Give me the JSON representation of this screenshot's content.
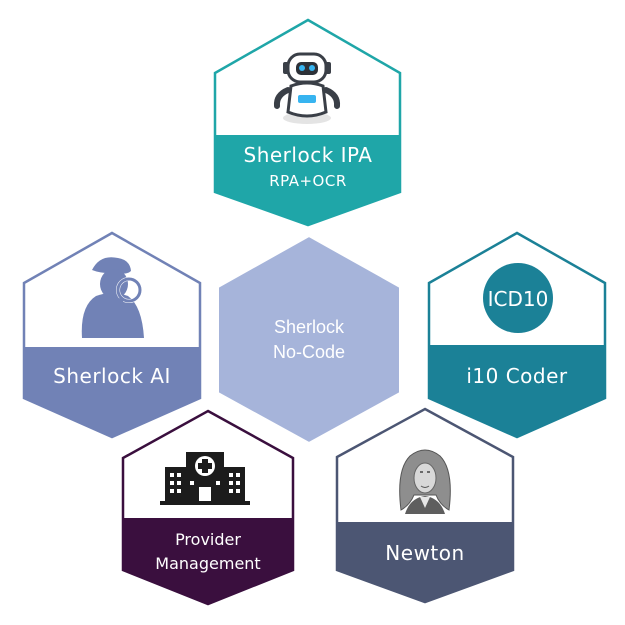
{
  "colors": {
    "ipa": "#1fa6a8",
    "ai": "#7182b6",
    "center": "#a6b4da",
    "coder": "#1b8197",
    "provider": "#3a0f3e",
    "newton": "#4c5673"
  },
  "icons": {
    "ipa": "robot-icon",
    "ai": "detective-magnifier-icon",
    "coder": "icd10-badge-icon",
    "provider": "hospital-building-icon",
    "newton": "isaac-newton-portrait-icon"
  },
  "hexes": {
    "ipa": {
      "title": "Sherlock IPA",
      "subtitle": "RPA+OCR"
    },
    "ai": {
      "title": "Sherlock AI"
    },
    "center": {
      "line1": "Sherlock",
      "line2": "No-Code"
    },
    "coder": {
      "title": "i10 Coder",
      "badge": "ICD10"
    },
    "provider": {
      "line1": "Provider",
      "line2": "Management"
    },
    "newton": {
      "title": "Newton"
    }
  }
}
